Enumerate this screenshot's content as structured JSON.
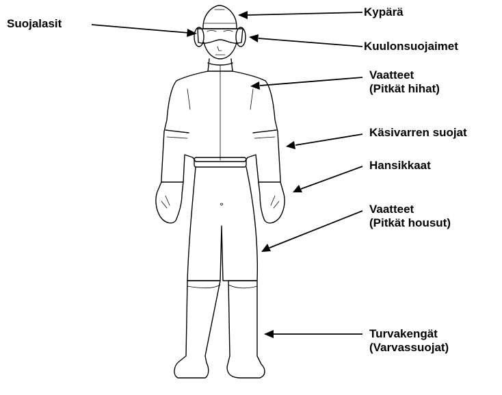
{
  "labels": {
    "helmet": "Kypärä",
    "goggles": "Suojalasit",
    "hearing": "Kuulonsuojaimet",
    "clothing_shirt_1": "Vaatteet",
    "clothing_shirt_2": "(Pitkät hihat)",
    "arm_guards": "Käsivarren suojat",
    "gloves": "Hansikkaat",
    "clothing_pants_1": "Vaatteet",
    "clothing_pants_2": "(Pitkät housut)",
    "boots_1": "Turvakengät",
    "boots_2": "(Varvassuojat)"
  }
}
